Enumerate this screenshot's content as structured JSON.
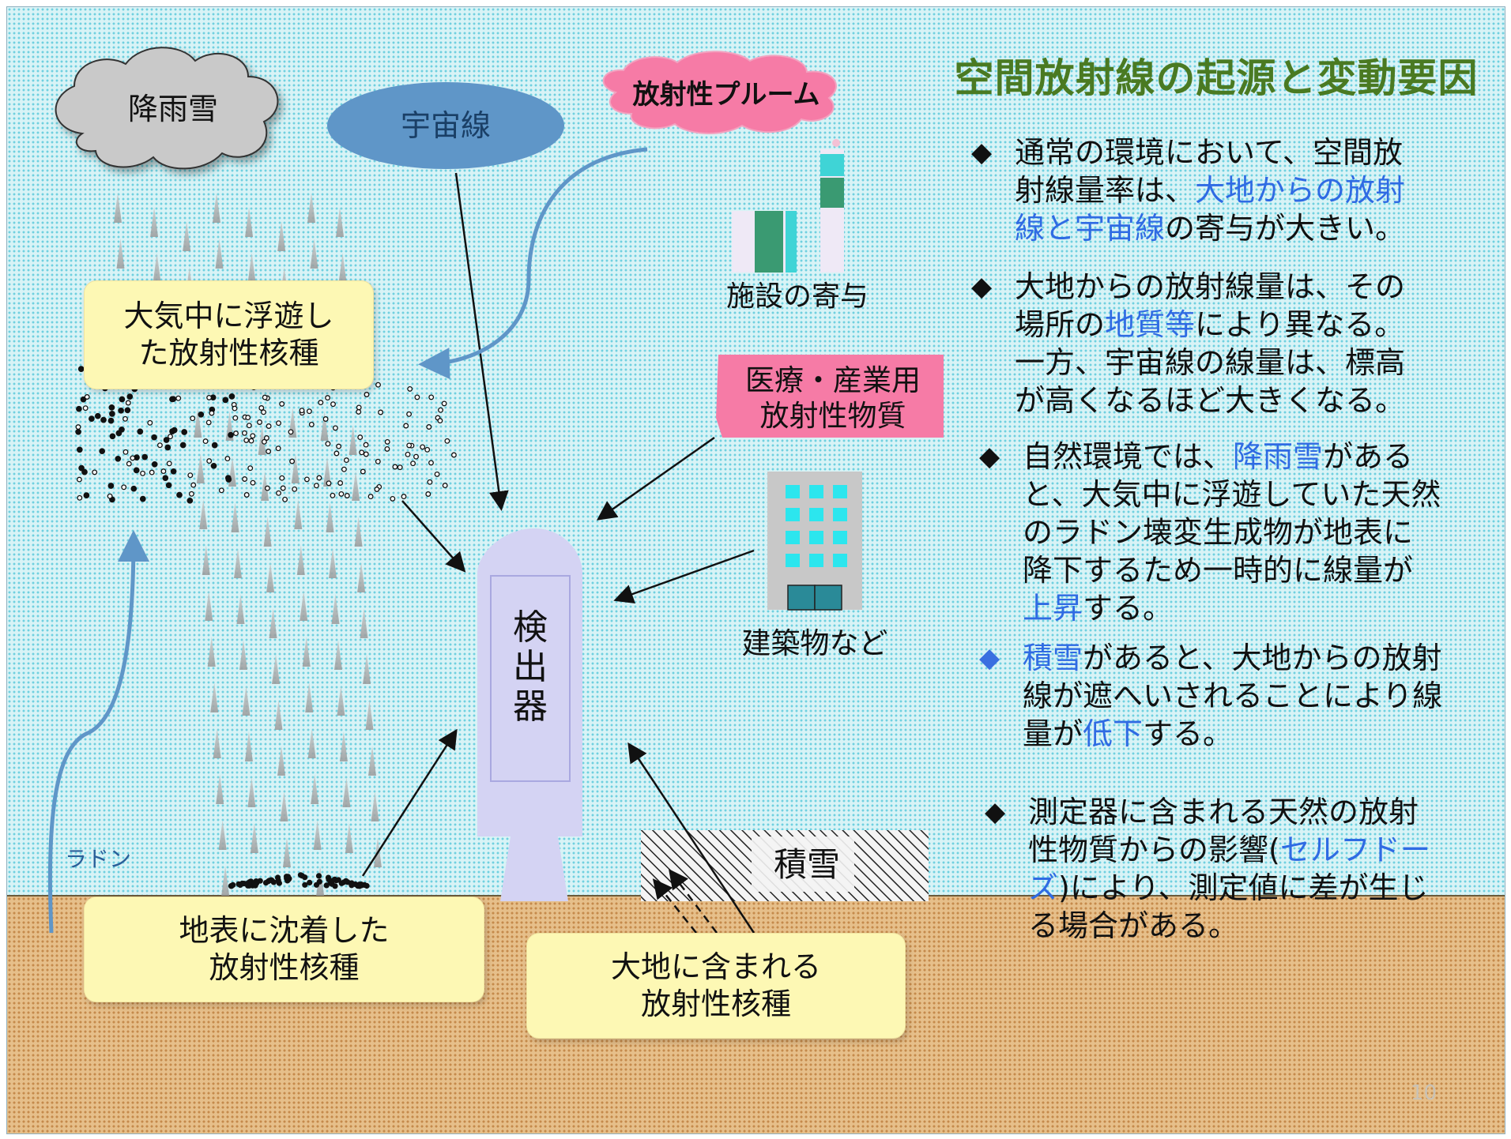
{
  "title": "空間放射線の起源と変動要因",
  "page_number": "10",
  "colors": {
    "title_green": "#4a7a22",
    "highlight_blue": "#2f6be3",
    "cosmic_ellipse": "#5f96c8",
    "plume_pink": "#f67ba6",
    "box_yellow": "#fdf8b4",
    "detector_lavender": "#d4d3f3",
    "ground_tan": "#e6bf8a"
  },
  "labels": {
    "cloud": "降雨雪",
    "cosmic": "宇宙線",
    "plume": "放射性プルーム",
    "facility": "施設の寄与",
    "medical": "医療・産業用\n放射性物質",
    "building": "建築物など",
    "airborne": "大気中に浮遊し\nた放射性核種",
    "detector": "検出器",
    "snow": "積雪",
    "radon": "ラドン",
    "deposited": "地表に沈着した\n放射性核種",
    "earth": "大地に含まれる\n放射性核種"
  },
  "bullets": [
    {
      "marker": "◆",
      "lines": [
        [
          {
            "t": "通常の環境において、空間放"
          }
        ],
        [
          {
            "t": "射線量率は、"
          },
          {
            "t": "大地からの放射",
            "hl": true
          }
        ],
        [
          {
            "t": "線と宇宙線",
            "hl": true
          },
          {
            "t": "の寄与が大きい。"
          }
        ]
      ]
    },
    {
      "marker": "◆",
      "lines": [
        [
          {
            "t": "大地からの放射線量は、その"
          }
        ],
        [
          {
            "t": "場所の"
          },
          {
            "t": "地質等",
            "hl": true
          },
          {
            "t": "により異なる。"
          }
        ],
        [
          {
            "t": "一方、宇宙線の線量は、標高"
          }
        ],
        [
          {
            "t": "が高くなるほど大きくなる。"
          }
        ]
      ]
    },
    {
      "marker": "◆",
      "lines": [
        [
          {
            "t": "自然環境では、"
          },
          {
            "t": "降雨雪",
            "hl": true
          },
          {
            "t": "がある"
          }
        ],
        [
          {
            "t": "と、大気中に浮遊していた天然"
          }
        ],
        [
          {
            "t": "のラドン壊変生成物が地表に"
          }
        ],
        [
          {
            "t": "降下するため一時的に線量が"
          }
        ],
        [
          {
            "t": "上昇",
            "hl": true
          },
          {
            "t": "する。"
          }
        ]
      ]
    },
    {
      "marker": "◆",
      "marker_blue": true,
      "lines": [
        [
          {
            "t": "積雪",
            "hl": true
          },
          {
            "t": "があると、大地からの放射"
          }
        ],
        [
          {
            "t": "線が遮へいされることにより線"
          }
        ],
        [
          {
            "t": "量が"
          },
          {
            "t": "低下",
            "hl": true
          },
          {
            "t": "する。"
          }
        ]
      ]
    },
    {
      "marker": "◆",
      "lines": [
        [
          {
            "t": "測定器に含まれる天然の放射"
          }
        ],
        [
          {
            "t": "性物質からの影響("
          },
          {
            "t": "セルフドー",
            "hl": true
          }
        ],
        [
          {
            "t": "ズ",
            "hl": true
          },
          {
            "t": ")により、測定値に差が生じ"
          }
        ],
        [
          {
            "t": "る場合がある。"
          }
        ]
      ]
    }
  ]
}
